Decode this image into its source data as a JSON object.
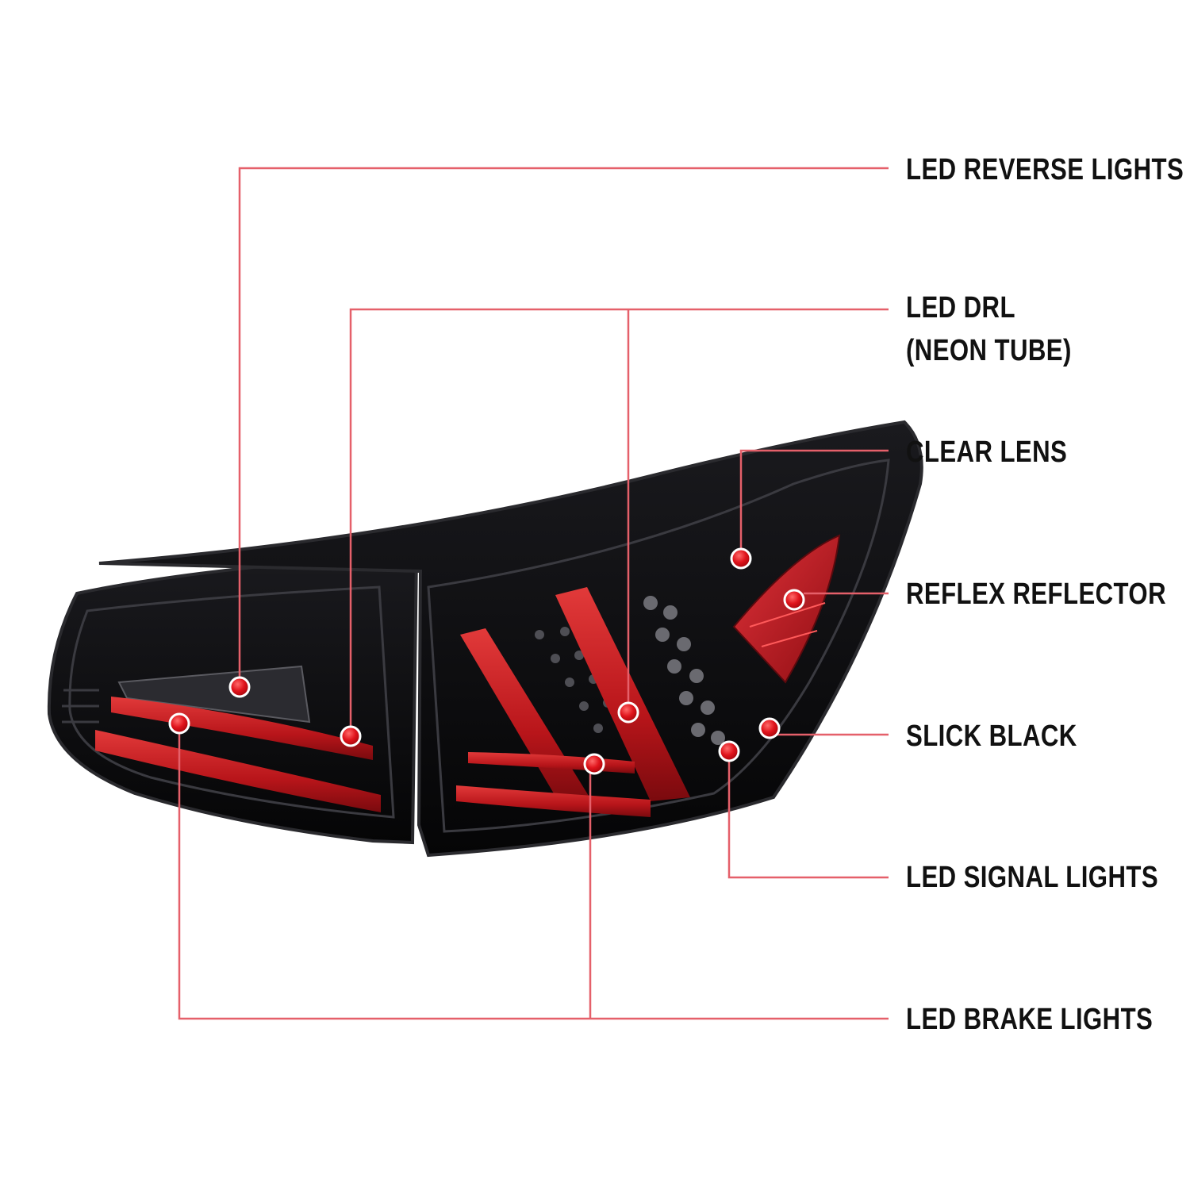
{
  "diagram": {
    "subject": "tail-light-assembly",
    "colors": {
      "leader": "#e5606a",
      "marker": "#d9141f",
      "housing": "#0b0b0d",
      "light_bar": "#c0191c",
      "background": "#ffffff"
    }
  },
  "callouts": {
    "reverse": {
      "label": "LED REVERSE LIGHTS"
    },
    "drl": {
      "label_line1": "LED DRL",
      "label_line2": "(NEON TUBE)"
    },
    "clear_lens": {
      "label": "CLEAR LENS"
    },
    "reflex": {
      "label": "REFLEX REFLECTOR"
    },
    "slick_black": {
      "label": "SLICK BLACK"
    },
    "signal": {
      "label": "LED SIGNAL LIGHTS"
    },
    "brake": {
      "label": "LED BRAKE LIGHTS"
    }
  }
}
